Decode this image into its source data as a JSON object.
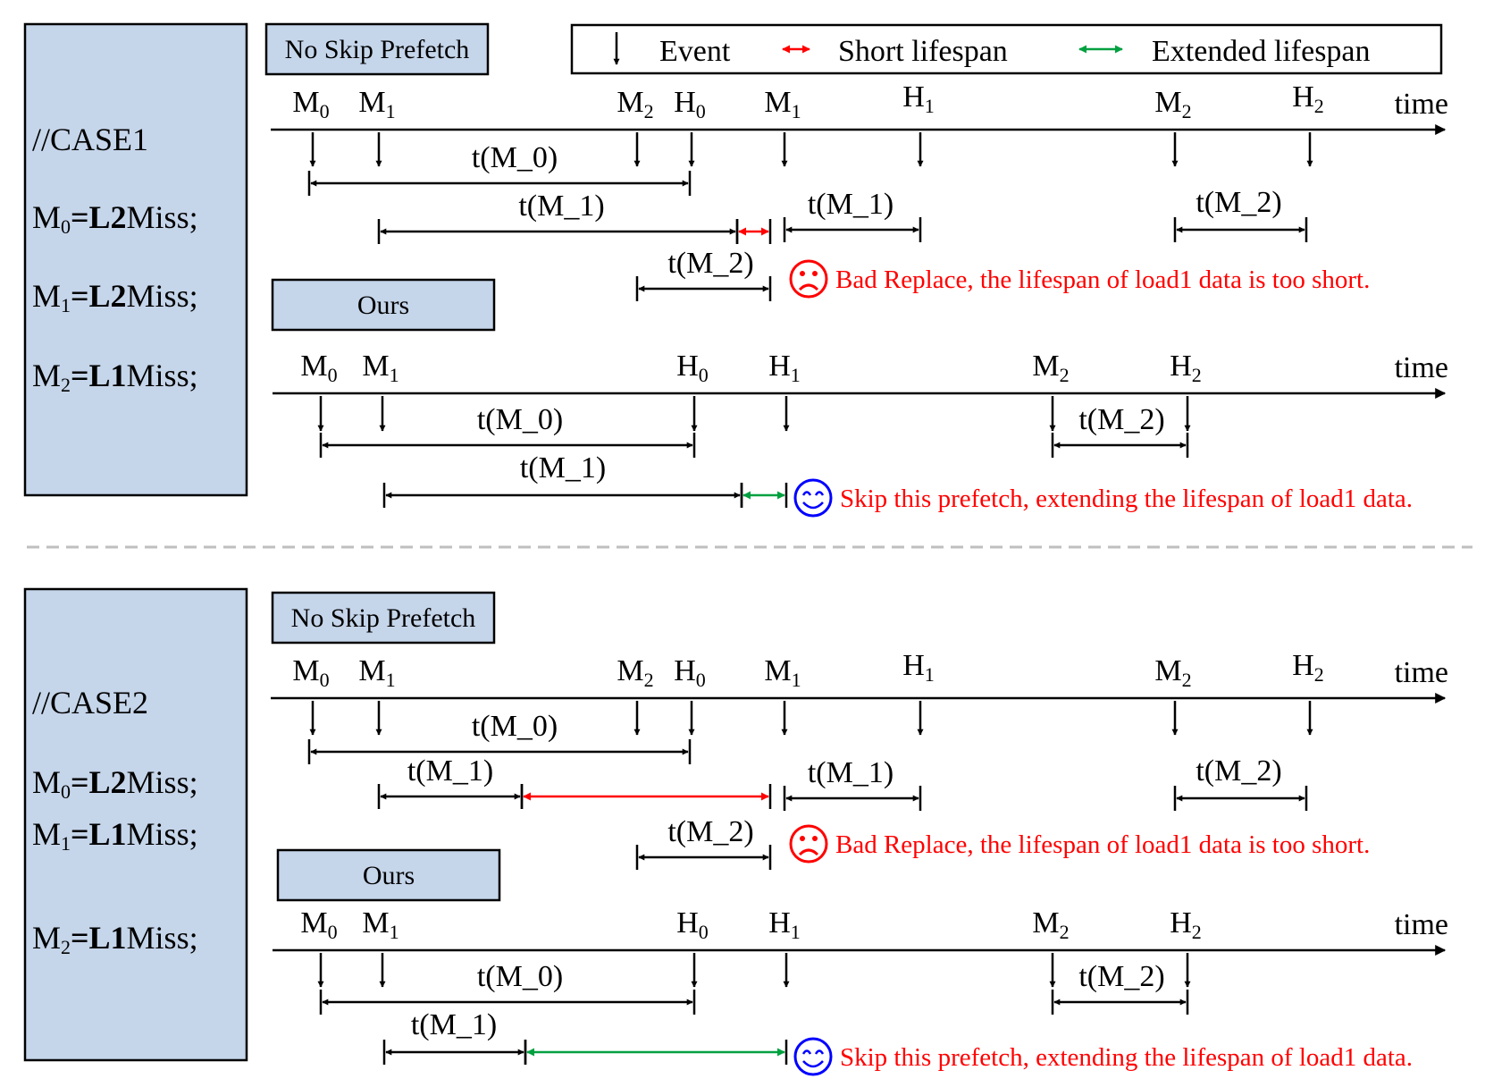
{
  "legend": {
    "event": "Event",
    "short": "Short lifespan",
    "extended": "Extended lifespan"
  },
  "axis_label": "time",
  "colors": {
    "panel_fill": "#c5d5ea",
    "black": "#000000",
    "short": "#ff0000",
    "extended": "#00a040",
    "note_bad": "#ff0000",
    "smile": "#0000ff",
    "divider": "#bfbfbf"
  },
  "cases": [
    {
      "title": "//CASE1",
      "defs": [
        {
          "var": "M",
          "sub": "0",
          "eq": "=",
          "level": "L2",
          "rest": "Miss;"
        },
        {
          "var": "M",
          "sub": "1",
          "eq": "=",
          "level": "L2",
          "rest": "Miss;"
        },
        {
          "var": "M",
          "sub": "2",
          "eq": "=",
          "level": "L1",
          "rest": "Miss;"
        }
      ],
      "no_skip": {
        "tag": "No Skip Prefetch",
        "events": [
          {
            "v": "M",
            "s": "0"
          },
          {
            "v": "M",
            "s": "1"
          },
          {
            "v": "M",
            "s": "2"
          },
          {
            "v": "H",
            "s": "0"
          },
          {
            "v": "M",
            "s": "1"
          },
          {
            "v": "H",
            "s": "1"
          },
          {
            "v": "M",
            "s": "2"
          },
          {
            "v": "H",
            "s": "2"
          }
        ],
        "spans": [
          "t(M_0)",
          "t(M_1)",
          "t(M_1)",
          "t(M_2)",
          "t(M_2)"
        ],
        "note": "Bad Replace, the lifespan of load1 data is too short.",
        "face": "sad-face-icon"
      },
      "ours": {
        "tag": "Ours",
        "events": [
          {
            "v": "M",
            "s": "0"
          },
          {
            "v": "M",
            "s": "1"
          },
          {
            "v": "H",
            "s": "0"
          },
          {
            "v": "H",
            "s": "1"
          },
          {
            "v": "M",
            "s": "2"
          },
          {
            "v": "H",
            "s": "2"
          }
        ],
        "spans": [
          "t(M_0)",
          "t(M_1)",
          "t(M_2)"
        ],
        "note": "Skip this prefetch, extending the lifespan of load1 data.",
        "face": "smile-face-icon"
      }
    },
    {
      "title": "//CASE2",
      "defs": [
        {
          "var": "M",
          "sub": "0",
          "eq": "=",
          "level": "L2",
          "rest": "Miss;"
        },
        {
          "var": "M",
          "sub": "1",
          "eq": "=",
          "level": "L1",
          "rest": "Miss;"
        },
        {
          "var": "M",
          "sub": "2",
          "eq": "=",
          "level": "L1",
          "rest": "Miss;"
        }
      ],
      "no_skip": {
        "tag": "No Skip Prefetch",
        "events": [
          {
            "v": "M",
            "s": "0"
          },
          {
            "v": "M",
            "s": "1"
          },
          {
            "v": "M",
            "s": "2"
          },
          {
            "v": "H",
            "s": "0"
          },
          {
            "v": "M",
            "s": "1"
          },
          {
            "v": "H",
            "s": "1"
          },
          {
            "v": "M",
            "s": "2"
          },
          {
            "v": "H",
            "s": "2"
          }
        ],
        "spans": [
          "t(M_0)",
          "t(M_1)",
          "t(M_1)",
          "t(M_2)",
          "t(M_2)"
        ],
        "note": "Bad Replace, the lifespan of load1 data is too short.",
        "face": "sad-face-icon"
      },
      "ours": {
        "tag": "Ours",
        "events": [
          {
            "v": "M",
            "s": "0"
          },
          {
            "v": "M",
            "s": "1"
          },
          {
            "v": "H",
            "s": "0"
          },
          {
            "v": "H",
            "s": "1"
          },
          {
            "v": "M",
            "s": "2"
          },
          {
            "v": "H",
            "s": "2"
          }
        ],
        "spans": [
          "t(M_0)",
          "t(M_1)",
          "t(M_2)"
        ],
        "note": "Skip this prefetch, extending the lifespan of load1 data.",
        "face": "smile-face-icon"
      }
    }
  ]
}
